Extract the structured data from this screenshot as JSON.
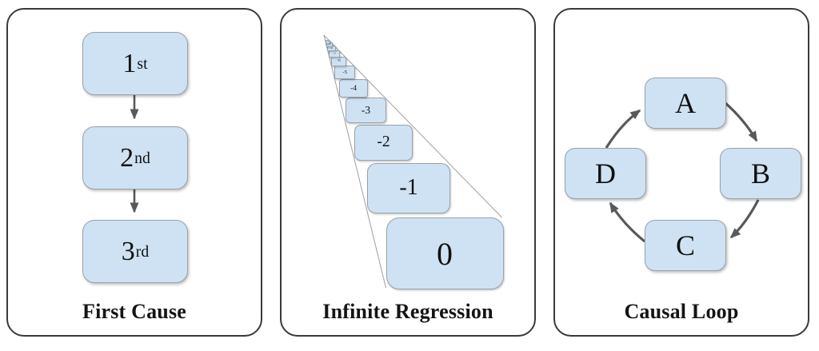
{
  "panels": {
    "first_cause": {
      "title": "First Cause",
      "boxes": [
        {
          "base": "1",
          "sup": "st"
        },
        {
          "base": "2",
          "sup": "nd"
        },
        {
          "base": "3",
          "sup": "rd"
        }
      ]
    },
    "infinite_regression": {
      "title": "Infinite Regression",
      "box_labels": [
        "0",
        "-1",
        "-2",
        "-3",
        "-4",
        "-5",
        "-6",
        "-7",
        "-8",
        "-9",
        "-10"
      ]
    },
    "causal_loop": {
      "title": "Causal Loop",
      "nodes": [
        {
          "label": "A"
        },
        {
          "label": "B"
        },
        {
          "label": "C"
        },
        {
          "label": "D"
        }
      ]
    }
  },
  "colors": {
    "box_fill": "#cfe2f3",
    "box_border": "#97a1ac",
    "arrow": "#595959",
    "panel_border": "#3a3a3a",
    "guide_line": "#9e9e9e",
    "text": "#141414"
  }
}
